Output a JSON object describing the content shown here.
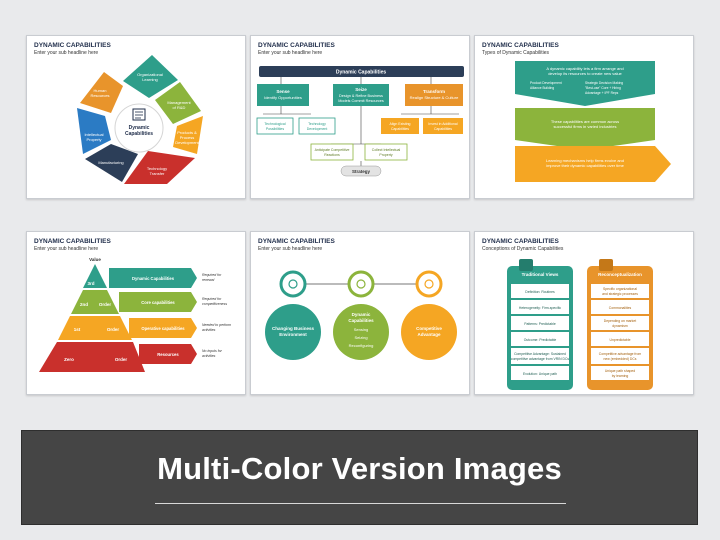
{
  "slides": [
    {
      "title": "DYNAMIC CAPABILITIES",
      "subtitle": "Enter your sub headline here",
      "center": [
        "Dynamic",
        "Capabilities"
      ],
      "segments": [
        {
          "label": [
            "Organizational",
            "Learning"
          ],
          "color": "#2e9e8a"
        },
        {
          "label": [
            "Management",
            "of R&D"
          ],
          "color": "#8cb43c"
        },
        {
          "label": [
            "Products &",
            "Process",
            "Development"
          ],
          "color": "#f5a623"
        },
        {
          "label": [
            "Technology",
            "Transfer"
          ],
          "color": "#c9302c"
        },
        {
          "label": [
            "Manufacturing"
          ],
          "color": "#2c3e58"
        },
        {
          "label": [
            "Intellectual",
            "Property"
          ],
          "color": "#2b7bc4"
        },
        {
          "label": [
            "Human",
            "Resources"
          ],
          "color": "#e8942b"
        }
      ]
    },
    {
      "title": "DYNAMIC CAPABILITIES",
      "subtitle": "Enter your sub headline here",
      "top": "Dynamic Capabilities",
      "boxes": [
        {
          "title": "Sense",
          "text": "Identify Opportunities",
          "color": "#2e9e8a"
        },
        {
          "title": "Seize",
          "text": [
            "Design & Refine Business",
            "Models Commit Resources"
          ],
          "color": "#2e9e8a"
        },
        {
          "title": "Transform",
          "text": "Realign Structure & Culture",
          "color": "#e8942b"
        }
      ],
      "subs": [
        {
          "text": [
            "Technological",
            "Possibilities"
          ],
          "color": "#2e9e8a"
        },
        {
          "text": [
            "Technology",
            "Development"
          ],
          "color": "#2e9e8a"
        },
        {
          "text": [
            "Align Existing",
            "Capabilities"
          ],
          "color": "#e8942b"
        },
        {
          "text": [
            "Invest in Additional",
            "Capabilities"
          ],
          "color": "#e8942b"
        },
        {
          "text": [
            "Anticipate Competitive",
            "Reactions"
          ],
          "color": "#8cb43c"
        },
        {
          "text": [
            "Collect Intellectual",
            "Property"
          ],
          "color": "#8cb43c"
        }
      ],
      "strategy": "Strategy"
    },
    {
      "title": "DYNAMIC CAPABILITIES",
      "subtitle": "Types of Dynamic Capabilities",
      "arrows": [
        {
          "text": [
            "A dynamic capability lets a firm arrange and",
            "develop its resources to create new value"
          ],
          "bullets": [
            "Product Development",
            "Alliance Building",
            "Strategic Decision Making",
            "\"Best-use\" Core + Hiring",
            "Advantage + IPF Reps"
          ],
          "color": "#2e9e8a"
        },
        {
          "text": [
            "These capabilities are common across",
            "successful firms in varied industries"
          ],
          "color": "#8cb43c"
        },
        {
          "text": [
            "Learning mechanisms help firms evolve and",
            "improve their dynamic capabilities over time"
          ],
          "color": "#f5a623"
        }
      ]
    },
    {
      "title": "DYNAMIC CAPABILITIES",
      "subtitle": "Enter your sub headline here",
      "value": "Value",
      "levels": [
        {
          "order": "3rd",
          "label": "Dynamic Capabilities",
          "note": [
            "Required for",
            "renewal"
          ],
          "color": "#2e9e8a"
        },
        {
          "order": "2nd",
          "label": "Core capabilities",
          "note": [
            "Required for",
            "competitiveness"
          ],
          "color": "#8cb43c"
        },
        {
          "order": "1st",
          "label": "Operative capabilities",
          "note": [
            "Needed to perform",
            "activities"
          ],
          "color": "#f5a623"
        },
        {
          "order": "Zero",
          "label": "Resources",
          "note": [
            "No inputs for",
            "activities"
          ],
          "color": "#c9302c"
        }
      ],
      "order_word": "Order"
    },
    {
      "title": "DYNAMIC CAPABILITIES",
      "subtitle": "Enter your sub headline here",
      "circles": [
        {
          "text": [
            "Changing Business",
            "Environment"
          ],
          "color": "#2e9e8a"
        },
        {
          "text": [
            "Dynamic",
            "Capabilities"
          ],
          "items": [
            "Sensing",
            "Seizing",
            "Reconfiguring"
          ],
          "color": "#8cb43c"
        },
        {
          "text": [
            "Competitive",
            "Advantage"
          ],
          "color": "#f5a623"
        }
      ]
    },
    {
      "title": "DYNAMIC CAPABILITIES",
      "subtitle": "Conceptions of Dynamic Capabilities",
      "columns": [
        {
          "header": "Traditional Views",
          "color": "#2e9e8a",
          "rows": [
            "Definition: Routines",
            "Heterogeneity: Firm-specific",
            "Patterns: Predictable",
            "Outcome: Predictable",
            [
              "Competitive Advantage: Sustained",
              "competitive advantage from VRIN DCs"
            ],
            "Evolution: Unique path"
          ]
        },
        {
          "header": "Reconceptualization",
          "color": "#e8942b",
          "rows": [
            [
              "Specific organizational",
              "and strategic processes"
            ],
            "Commonalities",
            [
              "Depending on market",
              "dynamism"
            ],
            "Unpredictable",
            [
              "Competitive advantage from",
              "new (embedded) DCs"
            ],
            [
              "Unique path shaped",
              "by learning"
            ]
          ]
        }
      ]
    }
  ],
  "banner": {
    "title": "Multi-Color Version Images"
  }
}
